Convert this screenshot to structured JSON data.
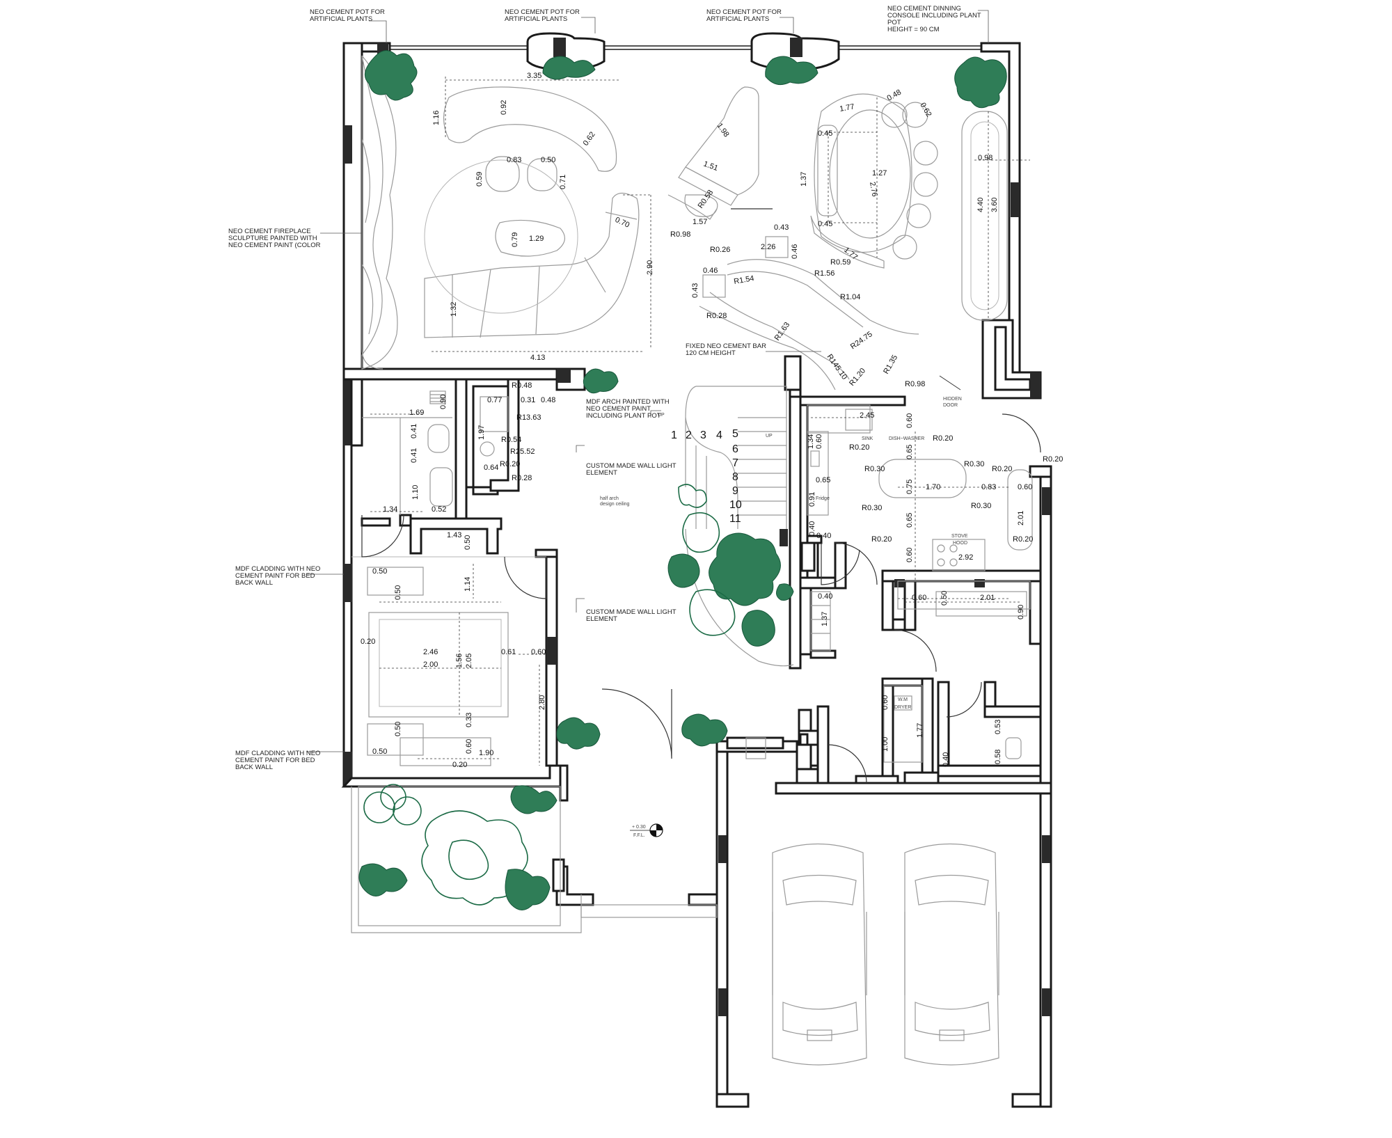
{
  "annotations": {
    "pot1": [
      "NEO CEMENT POT FOR",
      "ARTIFICIAL PLANTS"
    ],
    "pot2": [
      "NEO CEMENT POT FOR",
      "ARTIFICIAL PLANTS"
    ],
    "pot3": [
      "NEO CEMENT POT FOR",
      "ARTIFICIAL PLANTS"
    ],
    "console": [
      "NEO CEMENT DINNING",
      "CONSOLE INCLUDING PLANT",
      "POT",
      "HEIGHT = 90 CM"
    ],
    "fireplace": [
      "NEO CEMENT FIREPLACE",
      "SCULPTURE PAINTED WITH",
      "NEO CEMENT PAINT (COLOR"
    ],
    "bar": [
      "FIXED NEO CEMENT BAR",
      "120 CM HEIGHT"
    ],
    "arch": [
      "MDF ARCH PAINTED WITH",
      "NEO CEMENT  PAINT",
      "INCLUDING PLANT POT"
    ],
    "light1": [
      "CUSTOM MADE WALL LIGHT",
      "ELEMENT"
    ],
    "light2": [
      "CUSTOM MADE WALL LIGHT",
      "ELEMENT"
    ],
    "cladding1": [
      "MDF CLADDING WITH NEO",
      "CEMENT PAINT FOR BED",
      "BACK WALL"
    ],
    "cladding2": [
      "MDF CLADDING WITH NEO",
      "CEMENT PAINT FOR BED",
      "BACK WALL"
    ],
    "hidden_door": [
      "HIDDEN",
      "DOOR"
    ],
    "half_arch": [
      "half arch",
      "design ceiling"
    ]
  },
  "labels": {
    "sink": "SINK",
    "dishwasher": "DISH~WASHER",
    "fridge": "Fridge",
    "stove": "STOVE",
    "hood": "HOOD",
    "wm": "W.M",
    "dryer": "DRYER",
    "up1": "UP",
    "up2": "UP",
    "level": "+ 0.30",
    "level_sub": "F.F.L."
  },
  "stairs": [
    "1",
    "2",
    "3",
    "4",
    "5",
    "6",
    "7",
    "8",
    "9",
    "10",
    "11"
  ],
  "dimensions": [
    {
      "id": "d_335",
      "t": "3.35"
    },
    {
      "id": "d_116",
      "t": "1.16"
    },
    {
      "id": "d_092",
      "t": "0.92"
    },
    {
      "id": "d_062a",
      "t": "0.62"
    },
    {
      "id": "d_083",
      "t": "0.83"
    },
    {
      "id": "d_050a",
      "t": "0.50"
    },
    {
      "id": "d_059",
      "t": "0.59"
    },
    {
      "id": "d_071",
      "t": "0.71"
    },
    {
      "id": "d_070",
      "t": "0.70"
    },
    {
      "id": "d_079",
      "t": "0.79"
    },
    {
      "id": "d_129",
      "t": "1.29"
    },
    {
      "id": "d_290",
      "t": "2.90"
    },
    {
      "id": "d_132",
      "t": "1.32"
    },
    {
      "id": "d_413",
      "t": "4.13"
    },
    {
      "id": "d_198",
      "t": "1.98"
    },
    {
      "id": "d_151",
      "t": "1.51"
    },
    {
      "id": "d_r058",
      "t": "R0.58"
    },
    {
      "id": "d_157",
      "t": "1.57"
    },
    {
      "id": "d_r098a",
      "t": "R0.98"
    },
    {
      "id": "d_r026",
      "t": "R0.26"
    },
    {
      "id": "d_043a",
      "t": "0.43"
    },
    {
      "id": "d_226",
      "t": "2.26"
    },
    {
      "id": "d_046a",
      "t": "0.46"
    },
    {
      "id": "d_046b",
      "t": "0.46"
    },
    {
      "id": "d_043b",
      "t": "0.43"
    },
    {
      "id": "d_r154",
      "t": "R1.54"
    },
    {
      "id": "d_r028",
      "t": "R0.28"
    },
    {
      "id": "d_r156",
      "t": "R1.56"
    },
    {
      "id": "d_r104",
      "t": "R1.04"
    },
    {
      "id": "d_r059",
      "t": "R0.59"
    },
    {
      "id": "d_177a",
      "t": "1.77"
    },
    {
      "id": "d_177b",
      "t": "1.77"
    },
    {
      "id": "d_048a",
      "t": "0.48"
    },
    {
      "id": "d_062b",
      "t": "0.62"
    },
    {
      "id": "d_045a",
      "t": "0.45"
    },
    {
      "id": "d_045b",
      "t": "0.45"
    },
    {
      "id": "d_137a",
      "t": "1.37"
    },
    {
      "id": "d_127",
      "t": "1.27"
    },
    {
      "id": "d_276",
      "t": "2.76"
    },
    {
      "id": "d_098",
      "t": "0.98"
    },
    {
      "id": "d_440",
      "t": "4.40"
    },
    {
      "id": "d_360",
      "t": "3.60"
    },
    {
      "id": "d_r163",
      "t": "R1.63"
    },
    {
      "id": "d_r14510",
      "t": "R145.10"
    },
    {
      "id": "d_r2475",
      "t": "R24.75"
    },
    {
      "id": "d_r120",
      "t": "R1.20"
    },
    {
      "id": "d_r135",
      "t": "R1.35"
    },
    {
      "id": "d_r098b",
      "t": "R0.98"
    },
    {
      "id": "d_169",
      "t": "1.69"
    },
    {
      "id": "d_090a",
      "t": "0.90"
    },
    {
      "id": "d_041a",
      "t": "0.41"
    },
    {
      "id": "d_041b",
      "t": "0.41"
    },
    {
      "id": "d_110",
      "t": "1.10"
    },
    {
      "id": "d_134a",
      "t": "1.34"
    },
    {
      "id": "d_052",
      "t": "0.52"
    },
    {
      "id": "d_r048",
      "t": "R0.48"
    },
    {
      "id": "d_077",
      "t": "0.77"
    },
    {
      "id": "d_031",
      "t": "0.31"
    },
    {
      "id": "d_048b",
      "t": "0.48"
    },
    {
      "id": "d_r1363",
      "t": "R13.63"
    },
    {
      "id": "d_197",
      "t": "1.97"
    },
    {
      "id": "d_r054",
      "t": "R0.54"
    },
    {
      "id": "d_r2552",
      "t": "R25.52"
    },
    {
      "id": "d_064",
      "t": "0.64"
    },
    {
      "id": "d_r020a",
      "t": "R0.20"
    },
    {
      "id": "d_r028b",
      "t": "R0.28"
    },
    {
      "id": "d_143",
      "t": "1.43"
    },
    {
      "id": "d_050b",
      "t": "0.50"
    },
    {
      "id": "d_050c",
      "t": "0.50"
    },
    {
      "id": "d_050d",
      "t": "0.50"
    },
    {
      "id": "d_114",
      "t": "1.14"
    },
    {
      "id": "d_020a",
      "t": "0.20"
    },
    {
      "id": "d_246",
      "t": "2.46"
    },
    {
      "id": "d_200",
      "t": "2.00"
    },
    {
      "id": "d_156",
      "t": "1.56"
    },
    {
      "id": "d_205",
      "t": "2.05"
    },
    {
      "id": "d_061",
      "t": "0.61"
    },
    {
      "id": "d_060a",
      "t": "0.60"
    },
    {
      "id": "d_280",
      "t": "2.80"
    },
    {
      "id": "d_033",
      "t": "0.33"
    },
    {
      "id": "d_050e",
      "t": "0.50"
    },
    {
      "id": "d_050f",
      "t": "0.50"
    },
    {
      "id": "d_060b",
      "t": "0.60"
    },
    {
      "id": "d_190",
      "t": "1.90"
    },
    {
      "id": "d_020b",
      "t": "0.20"
    },
    {
      "id": "d_245",
      "t": "2.45"
    },
    {
      "id": "d_060c",
      "t": "0.60"
    },
    {
      "id": "d_134b",
      "t": "1.34"
    },
    {
      "id": "d_060d",
      "t": "0.60"
    },
    {
      "id": "d_r020b",
      "t": "R0.20"
    },
    {
      "id": "d_r020c",
      "t": "R0.20"
    },
    {
      "id": "d_065a",
      "t": "0.65"
    },
    {
      "id": "d_065b",
      "t": "0.65"
    },
    {
      "id": "d_091",
      "t": "0.91"
    },
    {
      "id": "d_r030a",
      "t": "R0.30"
    },
    {
      "id": "d_r030b",
      "t": "R0.30"
    },
    {
      "id": "d_r020d",
      "t": "R0.20"
    },
    {
      "id": "d_r020e",
      "t": "R0.20"
    },
    {
      "id": "d_075",
      "t": "0.75"
    },
    {
      "id": "d_170",
      "t": "1.70"
    },
    {
      "id": "d_083b",
      "t": "0.83"
    },
    {
      "id": "d_060e",
      "t": "0.60"
    },
    {
      "id": "d_r030c",
      "t": "R0.30"
    },
    {
      "id": "d_r030d",
      "t": "R0.30"
    },
    {
      "id": "d_065c",
      "t": "0.65"
    },
    {
      "id": "d_201a",
      "t": "2.01"
    },
    {
      "id": "d_040a",
      "t": "0.40"
    },
    {
      "id": "d_040b",
      "t": "0.40"
    },
    {
      "id": "d_r020f",
      "t": "R0.20"
    },
    {
      "id": "d_r020g",
      "t": "R0.20"
    },
    {
      "id": "d_060f",
      "t": "0.60"
    },
    {
      "id": "d_292",
      "t": "2.92"
    },
    {
      "id": "d_040c",
      "t": "0.40"
    },
    {
      "id": "d_137b",
      "t": "1.37"
    },
    {
      "id": "d_060g",
      "t": "0.60"
    },
    {
      "id": "d_050g",
      "t": "0.50"
    },
    {
      "id": "d_201b",
      "t": "2.01"
    },
    {
      "id": "d_090b",
      "t": "0.90"
    },
    {
      "id": "d_060h",
      "t": "0.60"
    },
    {
      "id": "d_177c",
      "t": "1.77"
    },
    {
      "id": "d_100",
      "t": "1.00"
    },
    {
      "id": "d_053",
      "t": "0.53"
    },
    {
      "id": "d_058",
      "t": "0.58"
    },
    {
      "id": "d_040d",
      "t": "0.40"
    }
  ]
}
